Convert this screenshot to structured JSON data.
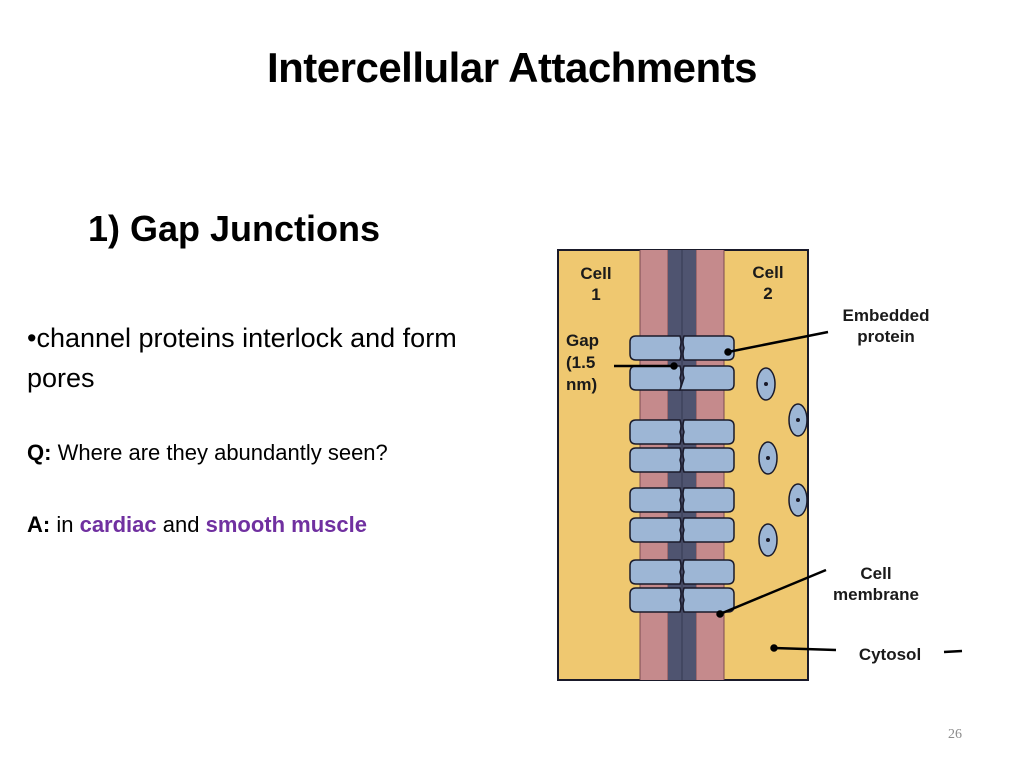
{
  "slide": {
    "title": "Intercellular Attachments",
    "subtitle": "1) Gap Junctions",
    "bullet": "•channel proteins interlock and form pores",
    "question": {
      "label": "Q:",
      "text": " Where are they abundantly seen?"
    },
    "answer": {
      "label": "A:",
      "pre": " in ",
      "term1": "cardiac",
      "mid": " and ",
      "term2": "smooth muscle"
    },
    "page_number": "26"
  },
  "diagram": {
    "labels": {
      "cell1_a": "Cell",
      "cell1_b": "1",
      "cell2_a": "Cell",
      "cell2_b": "2",
      "gap_a": "Gap",
      "gap_b": "(1.5",
      "gap_c": "nm)",
      "embedded_a": "Embedded",
      "embedded_b": "protein",
      "membrane_a": "Cell",
      "membrane_b": "membrane",
      "cytosol": "Cytosol"
    },
    "colors": {
      "background": "#efc870",
      "membrane": "#c58a8c",
      "gap": "#4f5470",
      "protein": "#9db6d5",
      "outline": "#1a1a2a",
      "highlight": "#7030a0"
    }
  }
}
